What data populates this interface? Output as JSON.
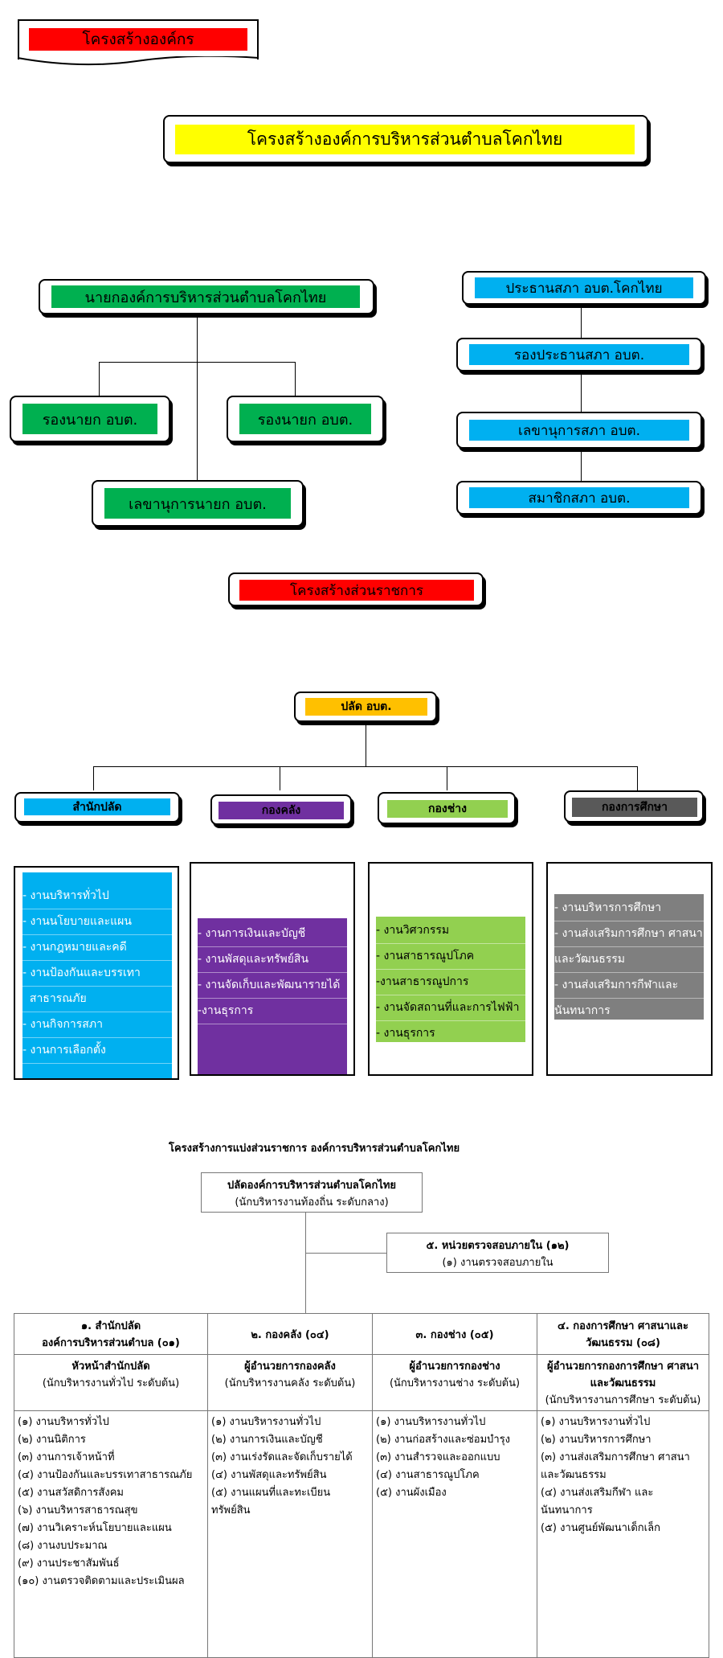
{
  "title": "โครงสร้างองค์กร",
  "org_title": "โครงสร้างองค์การบริหารส่วนตำบลโคกไทย",
  "executive": {
    "mayor": "นายกองค์การบริหารส่วนตำบลโคกไทย",
    "deputy_1": "รองนายก อบต.",
    "deputy_2": "รองนายก อบต.",
    "secretary": "เลขานุการนายก อบต."
  },
  "council": {
    "chair": "ประธานสภา อบต.โคกไทย",
    "vice_chair": "รองประธานสภา อบต.",
    "secretary": "เลขานุการสภา อบต.",
    "members": "สมาชิกสภา อบต."
  },
  "gov_title": "โครงสร้างส่วนราชการ",
  "palad": "ปลัด อบต.",
  "departments": [
    {
      "name": "สำนักปลัด",
      "items": [
        "- งานบริหารทั่วไป",
        "- งานนโยบายและแผน",
        "- งานกฎหมายและคดี",
        "- งานป้องกันและบรรเทา",
        "  สาธารณภัย",
        "- งานกิจการสภา",
        "- งานการเลือกตั้ง"
      ]
    },
    {
      "name": "กองคลัง",
      "items": [
        "- งานการเงินและบัญชี",
        "- งานพัสดุและทรัพย์สิน",
        "- งานจัดเก็บและพัฒนารายได้",
        "-งานธุรการ"
      ]
    },
    {
      "name": "กองช่าง",
      "items": [
        "- งานวิศวกรรม",
        "- งานสาธารณูปโภค",
        "-งานสาธารณูปการ",
        "- งานจัดสถานที่และการไฟฟ้า",
        "- งานธุรการ"
      ]
    },
    {
      "name": "กองการศึกษา",
      "items": [
        "- งานบริหารการศึกษา",
        "- งานส่งเสริมการศึกษา ศาสนา",
        "และวัฒนธรรม",
        "- งานส่งเสริมการกีฬาและ",
        "นันทนาการ"
      ]
    }
  ],
  "division_title": "โครงสร้างการแบ่งส่วนราชการ องค์การบริหารส่วนตำบลโคกไทย",
  "palad_box": {
    "line1": "ปลัดองค์การบริหารส่วนตำบลโคกไทย",
    "line2": "(นักบริหารงานท้องถิ่น ระดับกลาง)"
  },
  "audit_box": {
    "line1": "๕. หน่วยตรวจสอบภายใน (๑๒)",
    "line2": "(๑) งานตรวจสอบภายใน"
  },
  "table": {
    "headers": [
      [
        "๑. สำนักปลัด",
        "องค์การบริหารส่วนตำบล (๐๑)"
      ],
      [
        "๒. กองคลัง (๐๔)"
      ],
      [
        "๓. กองช่าง (๐๕)"
      ],
      [
        "๔. กองการศึกษา ศาสนาและ",
        "วัฒนธรรม (๐๘)"
      ]
    ],
    "heads": [
      [
        "หัวหน้าสำนักปลัด",
        "(นักบริหารงานทั่วไป ระดับต้น)"
      ],
      [
        "ผู้อำนวยการกองคลัง",
        "(นักบริหารงานคลัง ระดับต้น)"
      ],
      [
        "ผู้อำนวยการกองช่าง",
        "(นักบริหารงานช่าง ระดับต้น)"
      ],
      [
        "ผู้อำนวยการกองการศึกษา ศาสนา",
        "และวัฒนธรรม",
        "(นักบริหารงานการศึกษา ระดับต้น)"
      ]
    ],
    "tasks": [
      [
        "(๑) งานบริหารทั่วไป",
        "(๒) งานนิติการ",
        "(๓) งานการเจ้าหน้าที่",
        "(๔) งานป้องกันและบรรเทาสาธารณภัย",
        "(๕) งานสวัสดิการสังคม",
        "(๖) งานบริหารสาธารณสุข",
        "(๗) งานวิเคราะห์นโยบายและแผน",
        "(๘) งานงบประมาณ",
        "(๙) งานประชาสัมพันธ์",
        "(๑๐) งานตรวจติดตามและประเมินผล"
      ],
      [
        "(๑) งานบริหารงานทั่วไป",
        "(๒) งานการเงินและบัญชี",
        "(๓) งานเร่งรัดและจัดเก็บรายได้",
        "(๔) งานพัสดุและทรัพย์สิน",
        "(๕) งานแผนที่และทะเบียน",
        "ทรัพย์สิน"
      ],
      [
        "(๑) งานบริหารงานทั่วไป",
        "(๒) งานก่อสร้างและซ่อมบำรุง",
        "(๓) งานสำรวจและออกแบบ",
        "(๔) งานสาธารณูปโภค",
        "(๕) งานผังเมือง"
      ],
      [
        "(๑) งานบริหารงานทั่วไป",
        "(๒) งานบริหารการศึกษา",
        "(๓) งานส่งเสริมการศึกษา ศาสนา",
        "และวัฒนธรรม",
        "(๔) งานส่งเสริมกีฬา และ",
        "นันทนาการ",
        "(๕) งานศูนย์พัฒนาเด็กเล็ก"
      ]
    ]
  },
  "colors": {
    "red": "#ff0000",
    "yellow": "#ffff00",
    "green": "#00b050",
    "cyan": "#00b0f0",
    "orange": "#ffc000",
    "purple": "#7030a0",
    "lightgreen": "#92d050",
    "gray": "#7f7f7f",
    "darkgray": "#595959"
  }
}
